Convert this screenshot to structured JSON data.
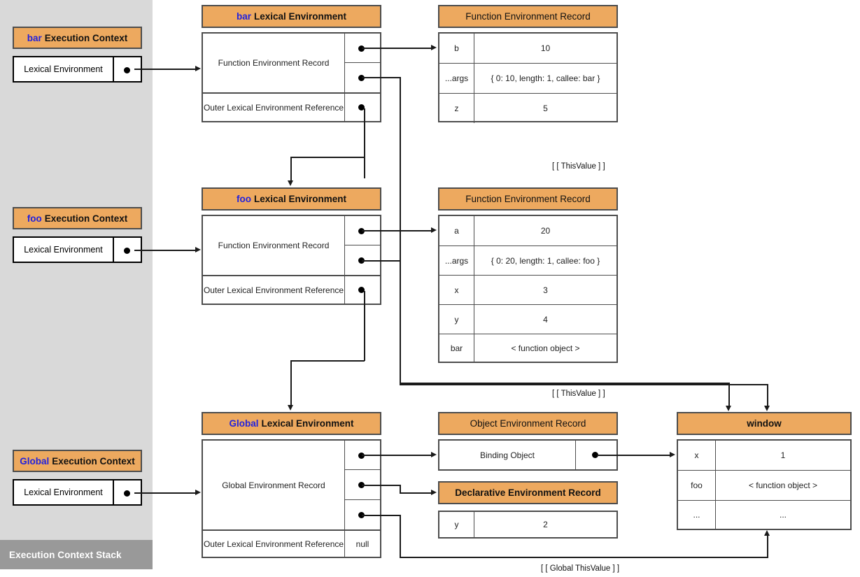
{
  "stack": {
    "footer_label": "Execution Context Stack",
    "contexts": [
      {
        "keyword": "bar",
        "title": "Execution Context",
        "field_label": "Lexical Environment"
      },
      {
        "keyword": "foo",
        "title": "Execution Context",
        "field_label": "Lexical Environment"
      },
      {
        "keyword": "Global",
        "title": "Execution Context",
        "field_label": "Lexical Environment"
      }
    ]
  },
  "lexical_environments": [
    {
      "keyword": "bar",
      "title": "Lexical Environment",
      "record_label": "Function Environment Record",
      "outer_label": "Outer Lexical Environment Reference",
      "outer_value": ""
    },
    {
      "keyword": "foo",
      "title": "Lexical Environment",
      "record_label": "Function Environment Record",
      "outer_label": "Outer Lexical Environment Reference",
      "outer_value": ""
    },
    {
      "keyword": "Global",
      "title": "Lexical Environment",
      "record_label": "Global Environment Record",
      "outer_label": "Outer Lexical Environment Reference",
      "outer_value": "null"
    }
  ],
  "records": {
    "bar_fer": {
      "title": "Function Environment Record",
      "rows": [
        {
          "key": "b",
          "value": "10"
        },
        {
          "key": "...args",
          "value": "{ 0: 10, length: 1, callee: bar }"
        },
        {
          "key": "z",
          "value": "5"
        }
      ]
    },
    "foo_fer": {
      "title": "Function Environment Record",
      "rows": [
        {
          "key": "a",
          "value": "20"
        },
        {
          "key": "...args",
          "value": "{ 0: 20, length: 1, callee: foo }"
        },
        {
          "key": "x",
          "value": "3"
        },
        {
          "key": "y",
          "value": "4"
        },
        {
          "key": "bar",
          "value": "< function object >"
        }
      ]
    },
    "object_env": {
      "title": "Object Environment Record",
      "binding_label": "Binding Object"
    },
    "declarative_env": {
      "title": "Declarative Environment Record",
      "rows": [
        {
          "key": "y",
          "value": "2"
        }
      ]
    },
    "window": {
      "title": "window",
      "rows": [
        {
          "key": "x",
          "value": "1"
        },
        {
          "key": "foo",
          "value": "< function object >"
        },
        {
          "key": "...",
          "value": "..."
        }
      ]
    }
  },
  "edge_labels": {
    "bar_this": "[ [ ThisValue ] ]",
    "foo_this": "[ [ ThisValue ] ]",
    "global_this": "[ [ Global ThisValue ] ]"
  },
  "colors": {
    "header_orange": "#eda95f",
    "keyword_blue": "#2222dd",
    "stack_bg": "#d9d9d9",
    "stack_footer": "#999999",
    "border": "#4d4d4d",
    "line": "#1a1a1a"
  }
}
